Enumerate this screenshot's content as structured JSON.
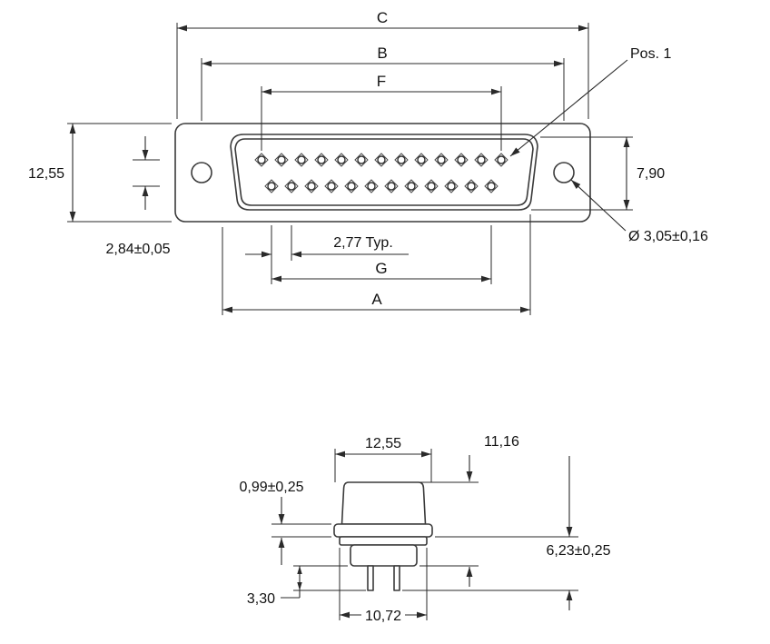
{
  "colors": {
    "line": "#3a3a3a",
    "dim_line": "#2a2a2a",
    "text": "#111111",
    "background": "#ffffff"
  },
  "front_view": {
    "labels": {
      "dim_c": "C",
      "dim_b": "B",
      "dim_f": "F",
      "pos1": "Pos. 1",
      "overall_height": "12,55",
      "shell_height": "7,90",
      "row_offset": "2,84±0,05",
      "pin_pitch": "2,77 Typ.",
      "dim_g": "G",
      "dim_a": "A",
      "hole_diameter": "Ø 3,05±0,16"
    }
  },
  "side_view": {
    "labels": {
      "top_width": "12,55",
      "overall_height": "11,16",
      "flange_thickness": "0,99±0,25",
      "lower_height": "6,23±0,25",
      "pin_length": "3,30",
      "insert_width": "10,72"
    }
  }
}
